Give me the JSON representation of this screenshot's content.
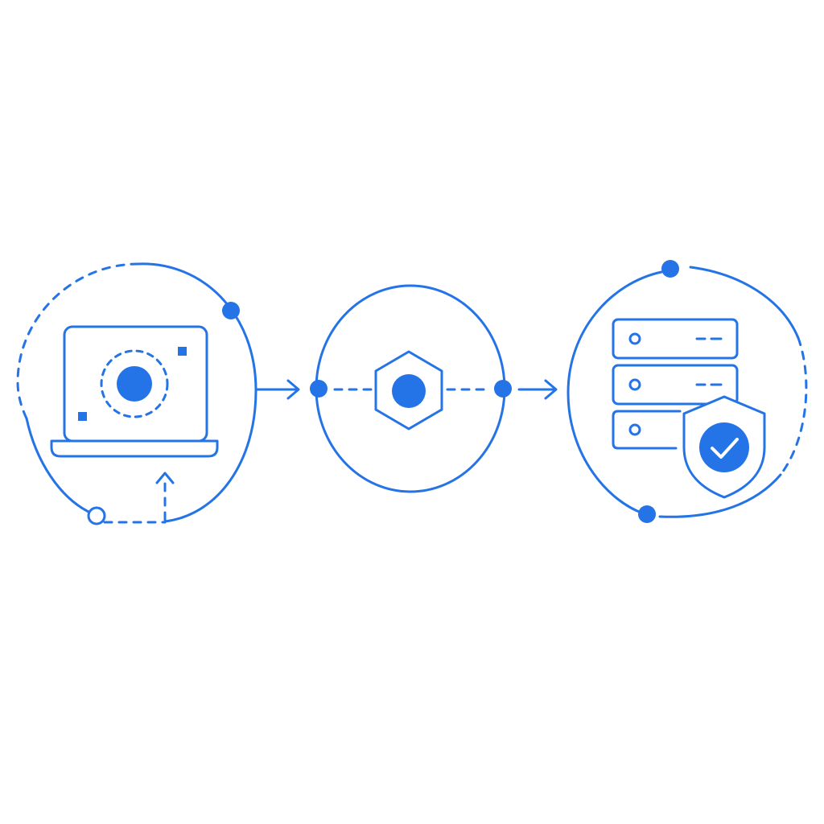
{
  "diagram": {
    "colors": {
      "accent": "#2474e8",
      "background": "#ffffff"
    },
    "nodes": [
      {
        "id": "client",
        "icon": "laptop-icon"
      },
      {
        "id": "gateway",
        "icon": "hexagon-node-icon"
      },
      {
        "id": "server",
        "icon": "server-rack-icon",
        "badge": "shield-check-icon"
      }
    ],
    "connections": [
      {
        "from": "client",
        "to": "gateway",
        "style": "arrow"
      },
      {
        "from": "gateway",
        "to": "server",
        "style": "dashed-arrow"
      }
    ],
    "labels": []
  }
}
